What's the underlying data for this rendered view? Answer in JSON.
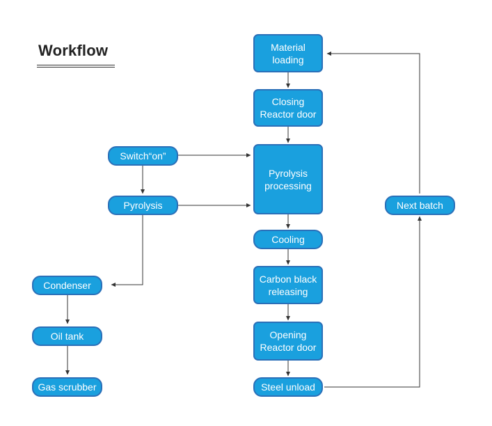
{
  "title": "Workflow",
  "nodes": {
    "material_loading": "Material\nloading",
    "closing_reactor_door": "Closing\nReactor door",
    "pyrolysis_processing": "Pyrolysis\nprocessing",
    "cooling": "Cooling",
    "carbon_black_releasing": "Carbon black\nreleasing",
    "opening_reactor_door": "Opening\nReactor door",
    "steel_unload": "Steel unload",
    "switch_on": "Switch“on”",
    "pyrolysis": "Pyrolysis",
    "condenser": "Condenser",
    "oil_tank": "Oil tank",
    "gas_scrubber": "Gas scrubber",
    "next_batch": "Next batch"
  },
  "colors": {
    "node_fill": "#1aa0de",
    "node_border": "#2a6fb8",
    "node_text": "#ffffff",
    "connector": "#333333"
  }
}
